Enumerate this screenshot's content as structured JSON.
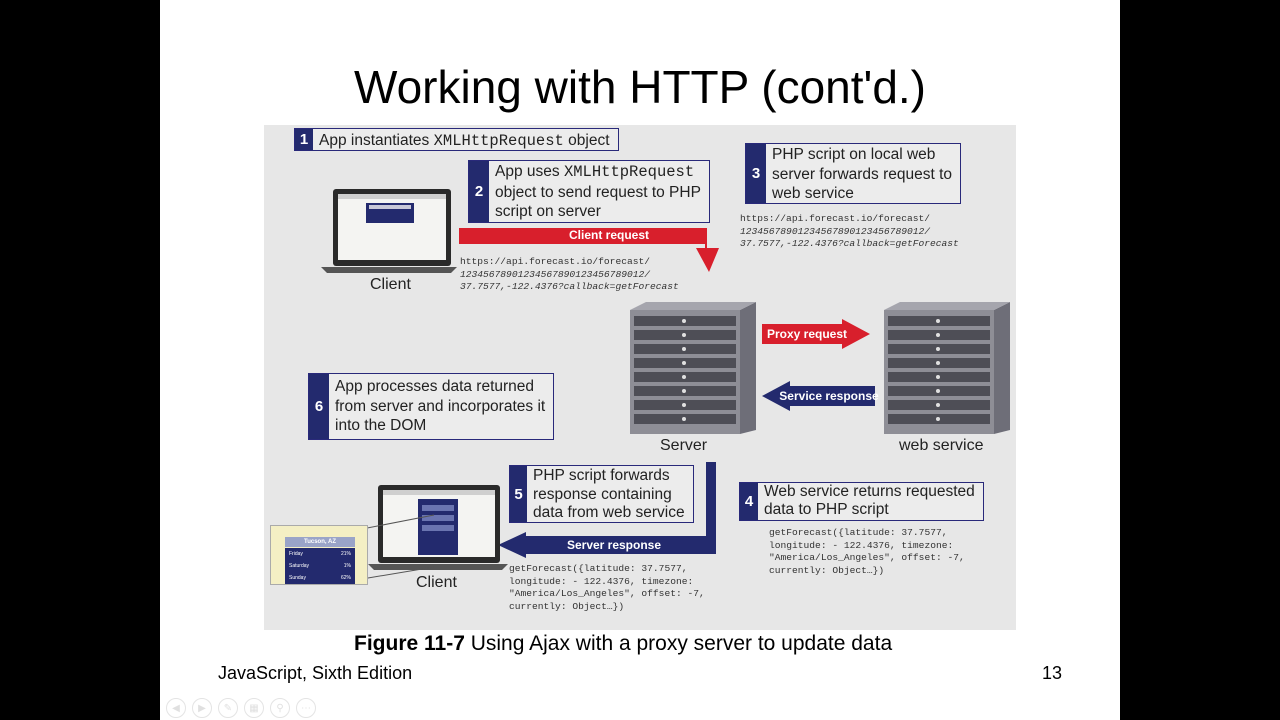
{
  "slide": {
    "title": "Working with HTTP (cont'd.)",
    "footer_left": "JavaScript, Sixth Edition",
    "page_number": "13"
  },
  "figure": {
    "caption_bold": "Figure 11-7",
    "caption_text": " Using Ajax with a proxy server to update data",
    "steps": {
      "s1": {
        "num": "1",
        "pre": "App instantiates ",
        "code": "XMLHttpRequest",
        "post": " object"
      },
      "s2": {
        "num": "2",
        "pre": "App uses ",
        "code": "XMLHttpRequest",
        "line2": "object to send request to PHP",
        "line3": "script on server"
      },
      "s3": {
        "num": "3",
        "line1": "PHP script on local web",
        "line2": "server forwards request to",
        "line3": "web service"
      },
      "s4": {
        "num": "4",
        "line1": "Web service returns requested",
        "line2": "data to PHP script"
      },
      "s5": {
        "num": "5",
        "line1": "PHP script forwards",
        "line2": "response containing",
        "line3": "data from web service"
      },
      "s6": {
        "num": "6",
        "line1": "App processes data returned",
        "line2": "from server and incorporates it",
        "line3": "into the DOM"
      }
    },
    "arrows": {
      "client_request": "Client request",
      "proxy_request": "Proxy request",
      "service_response": "Service response",
      "server_response": "Server response"
    },
    "labels": {
      "client_top": "Client",
      "server": "Server",
      "web_service": "web service",
      "client_bottom": "Client"
    },
    "code": {
      "url_client": {
        "l1": "https://api.forecast.io/forecast/",
        "l2": "12345678901234567890123456789012/",
        "l3": "37.7577,-122.4376?callback=getForecast"
      },
      "url_proxy": {
        "l1": "https://api.forecast.io/forecast/",
        "l2": "12345678901234567890123456789012/",
        "l3": "37.7577,-122.4376?callback=getForecast"
      },
      "json_service": {
        "l1": "getForecast({latitude: 37.7577,",
        "l2": "longitude: - 122.4376, timezone:",
        "l3": "\"America/Los_Angeles\", offset: -7,",
        "l4": "currently: Object…})"
      },
      "json_server": {
        "l1": "getForecast({latitude: 37.7577,",
        "l2": "longitude: - 122.4376, timezone:",
        "l3": "\"America/Los_Angeles\", offset: -7,",
        "l4": "currently: Object…})"
      }
    },
    "widget": {
      "city": "Tucson, AZ",
      "rows": [
        {
          "day": "Friday",
          "value": "21%"
        },
        {
          "day": "Saturday",
          "value": "1%"
        },
        {
          "day": "Sunday",
          "value": "62%"
        }
      ]
    }
  }
}
